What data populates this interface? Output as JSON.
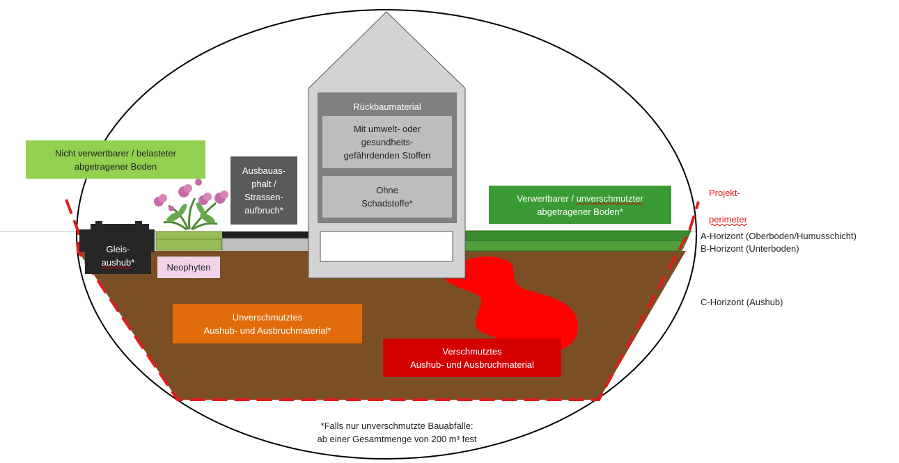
{
  "colors": {
    "soil": "#7b4f26",
    "topsoil": "#3a8a2e",
    "subsoil": "#4f9e3a",
    "contamination": "#ff0000",
    "perimeter": "#e21b1b",
    "building": "#d3d3d3",
    "building_inner": "#808080",
    "building_box": "#bdbdbd",
    "nonrecyclable_soil": "#92d050",
    "recyclable_soil": "#3a9b35",
    "asphalt_box": "#5a5a5a",
    "track_box": "#262626",
    "neophyten_box": "#f2d4ea",
    "neophyten_ground": "#9bbb59",
    "clean_excavation": "#e36c0a",
    "contaminated_excavation": "#d40000",
    "flower": "#c76ba7"
  },
  "labels": {
    "nicht_verwertbar": "Nicht verwertbarer / belasteter\nabgetragener Boden",
    "ausbauasphalt": "Ausbauas-\nphalt /\nStrassen-\naufbruch*",
    "rueckbau_title": "Rückbaumaterial",
    "rueckbau_mit": "Mit umwelt- oder\ngesundheits-\ngefährdenden Stoffen",
    "rueckbau_ohne": "Ohne\nSchadstoffe*",
    "verwertbar_line1_a": "Verwertbarer / ",
    "verwertbar_line1_b": "unverschmutzter",
    "verwertbar_line2": "abgetragener Boden*",
    "gleisaushub_line1": "Gleis-",
    "gleisaushub_line2": "aushub",
    "gleisaushub_star": "*",
    "neophyten": "Neophyten",
    "unverschmutzt": "Unverschmutztes\nAushub- und Ausbruchmaterial*",
    "verschmutzt": "Verschmutztes\nAushub- und Ausbruchmaterial",
    "projektperimeter_line1": "Projekt-",
    "projektperimeter_line2": "perimeter",
    "horizont_a": "A-Horizont (Oberboden/Humusschicht)",
    "horizont_b": "B-Horizont (Unterboden)",
    "horizont_c": "C-Horizont (Aushub)",
    "footnote": "*Falls nur unverschmutzte Bauabfälle:\nab einer Gesamtmenge von 200 m³ fest"
  }
}
